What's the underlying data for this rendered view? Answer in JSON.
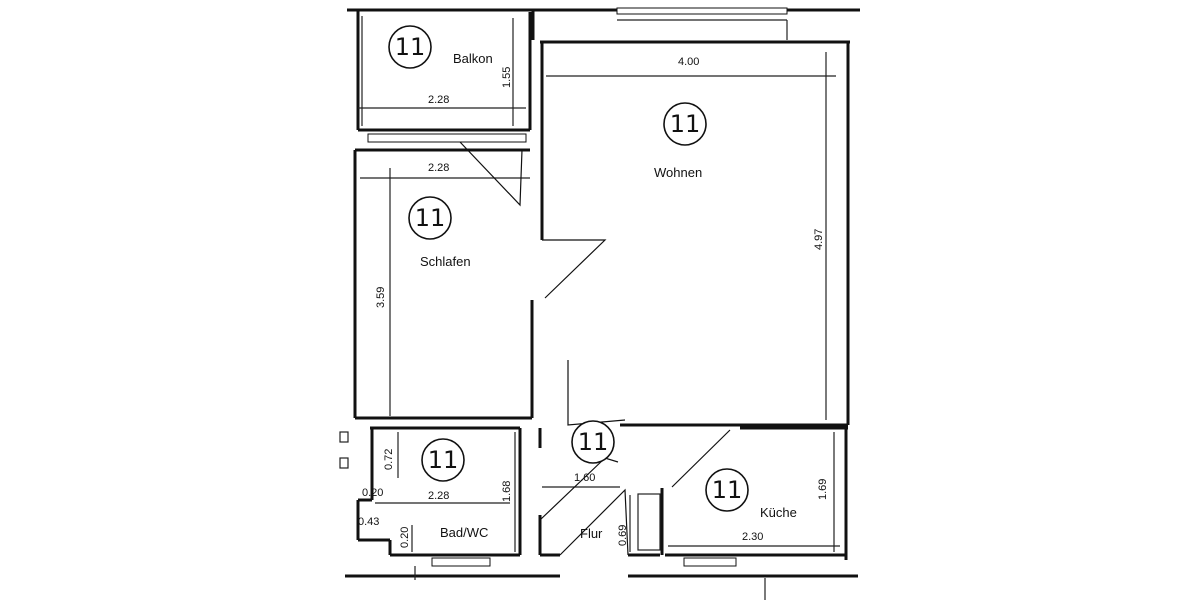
{
  "rooms": [
    {
      "id": "balkon",
      "name": "Balkon",
      "badge": "11",
      "dims": [
        "2.28",
        "1.55"
      ]
    },
    {
      "id": "wohnen",
      "name": "Wohnen",
      "badge": "11",
      "dims": [
        "4.00",
        "4.97"
      ]
    },
    {
      "id": "schlafen",
      "name": "Schlafen",
      "badge": "11",
      "dims": [
        "2.28",
        "3.59"
      ]
    },
    {
      "id": "bad",
      "name": "Bad/WC",
      "badge": "11",
      "dims": [
        "0.72",
        "2.28",
        "1.68",
        "0.20",
        "0.43",
        "0.20"
      ]
    },
    {
      "id": "flur",
      "name": "Flur",
      "badge": "11",
      "dims": [
        "1.60",
        "0.69"
      ]
    },
    {
      "id": "kueche",
      "name": "Küche",
      "badge": "11",
      "dims": [
        "2.30",
        "1.69"
      ]
    }
  ]
}
